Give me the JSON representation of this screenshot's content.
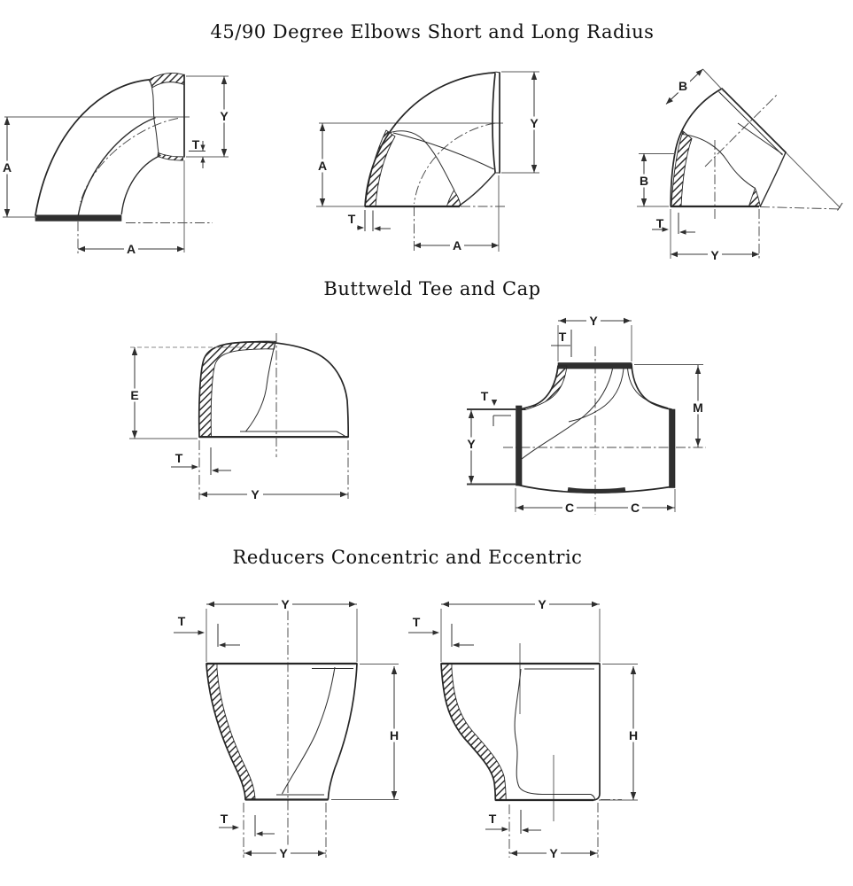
{
  "colors": {
    "background": "#ffffff",
    "ink": "#222222"
  },
  "sections": {
    "elbows": {
      "title": "45/90 Degree Elbows Short and Long Radius",
      "figures": {
        "elbow_90_long": {
          "labels": {
            "a_side": "A",
            "y": "Y",
            "t": "T",
            "a_bottom": "A"
          }
        },
        "elbow_90_short": {
          "labels": {
            "a_side": "A",
            "y": "Y",
            "t": "T",
            "a_bottom": "A"
          }
        },
        "elbow_45": {
          "labels": {
            "b_top": "B",
            "b_side": "B",
            "t": "T",
            "y": "Y"
          }
        }
      }
    },
    "tee_cap": {
      "title": "Buttweld Tee and Cap",
      "figures": {
        "cap": {
          "labels": {
            "e": "E",
            "t": "T",
            "y": "Y"
          }
        },
        "tee": {
          "labels": {
            "y_top": "Y",
            "t_top": "T",
            "t_side": "T",
            "y_side": "Y",
            "m": "M",
            "c_left": "C",
            "c_right": "C"
          }
        }
      }
    },
    "reducers": {
      "title": "Reducers Concentric and Eccentric",
      "figures": {
        "reducer_concentric": {
          "labels": {
            "y_top": "Y",
            "t_top": "T",
            "h": "H",
            "t_bottom": "T",
            "y_bottom": "Y"
          }
        },
        "reducer_eccentric": {
          "labels": {
            "y_top": "Y",
            "t_top": "T",
            "h": "H",
            "t_bottom": "T",
            "y_bottom": "Y"
          }
        }
      }
    }
  }
}
